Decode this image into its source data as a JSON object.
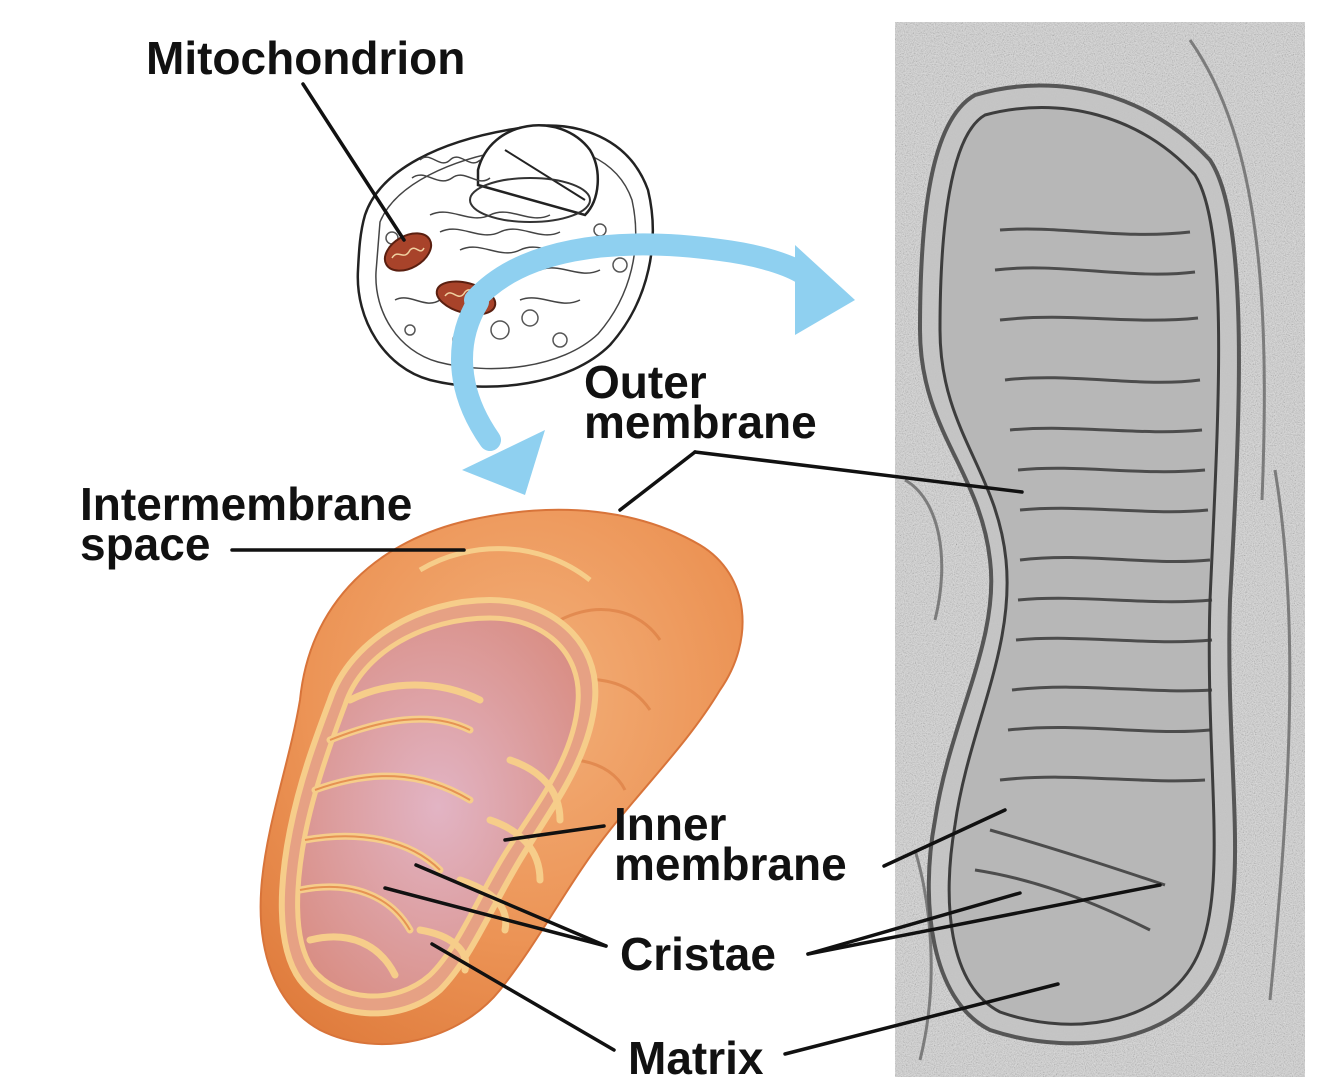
{
  "labels": {
    "mitochondrion": "Mitochondrion",
    "outer_membrane": [
      "Outer",
      "membrane"
    ],
    "intermembrane_space": [
      "Intermembrane",
      "space"
    ],
    "inner_membrane": [
      "Inner",
      "membrane"
    ],
    "cristae": "Cristae",
    "matrix": "Matrix"
  },
  "colors": {
    "arrow": "#8fd0f0",
    "mito_outer": "#ee9a5d",
    "mito_edge": "#f6cd8a",
    "mito_inner": "#e7a38f",
    "matrix_fill": "#dca4b0",
    "cell_organelle": "#a8432a",
    "line": "#111111",
    "micrograph_bg": "#d8d8d8"
  }
}
